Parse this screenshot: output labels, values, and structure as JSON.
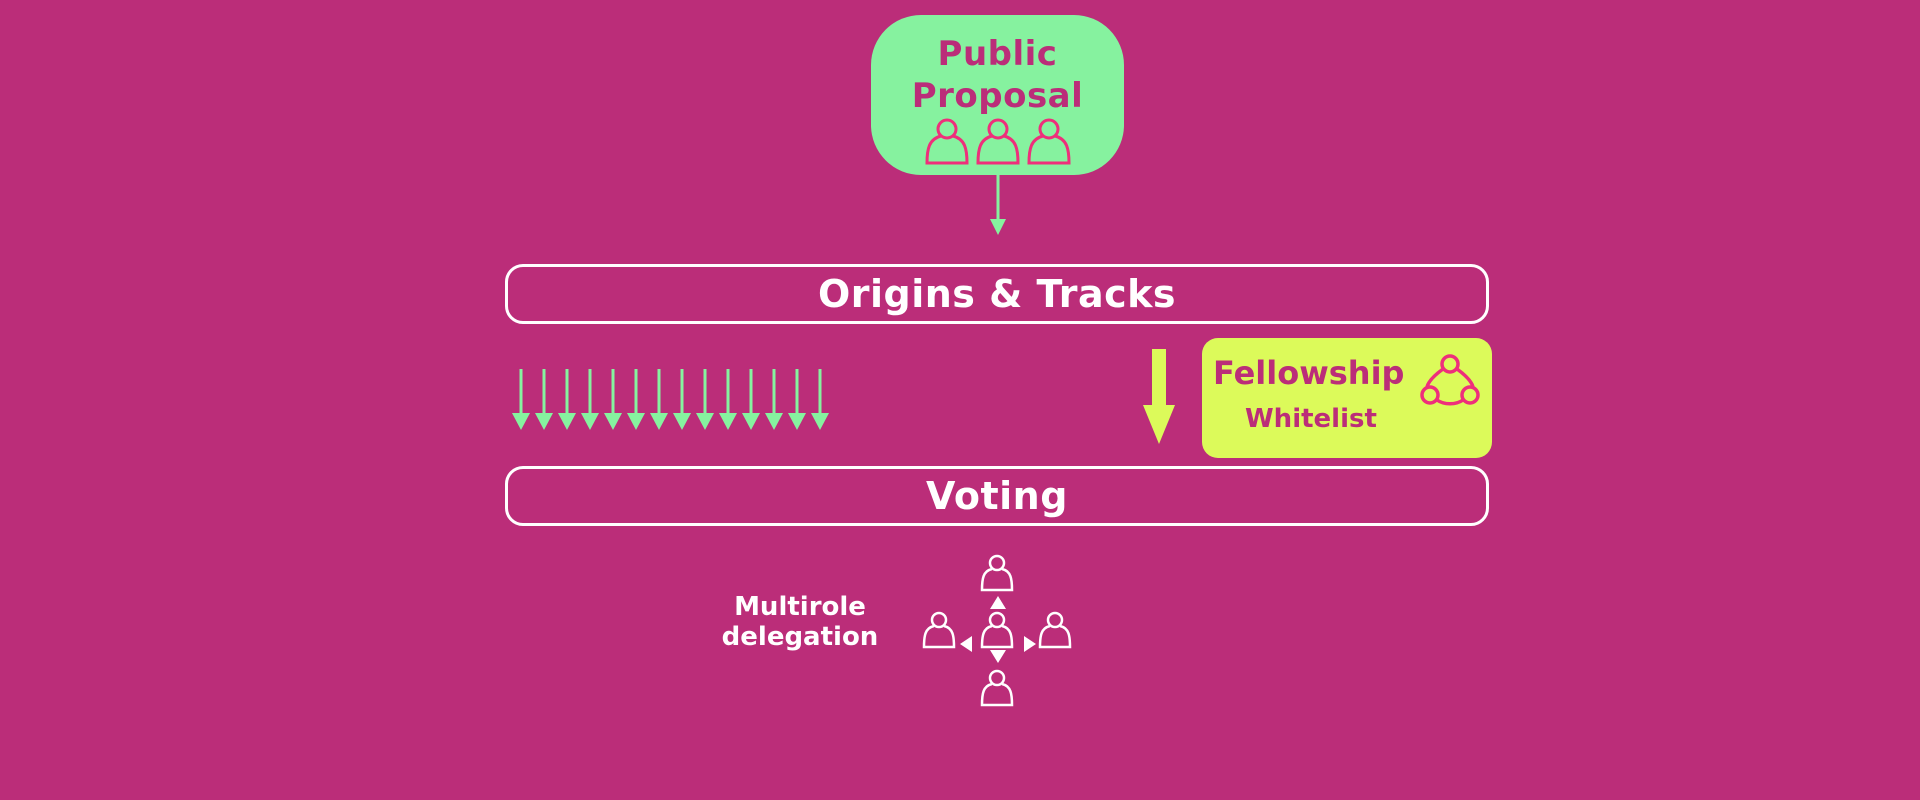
{
  "colors": {
    "background": "#bb2d79",
    "proposal_fill": "#86f29f",
    "fellowship_fill": "#dcfa5a",
    "icon_stroke_pink": "#ee2f7b",
    "arrow_green": "#86f29f",
    "arrow_yellow": "#dcfa5a",
    "outline_white": "#ffffff"
  },
  "public_proposal": {
    "title_line1": "Public",
    "title_line2": "Proposal",
    "icon": "person-icon",
    "people_count": 3
  },
  "origins_tracks": {
    "label": "Origins & Tracks"
  },
  "track_arrows": {
    "count": 14,
    "icon": "arrow-down-icon"
  },
  "fellowship": {
    "title": "Fellowship",
    "subtitle": "Whitelist",
    "icon": "network-icon"
  },
  "voting": {
    "label": "Voting"
  },
  "delegation": {
    "label_line1": "Multirole",
    "label_line2": "delegation",
    "icon": "person-icon",
    "directions": [
      "up",
      "down",
      "left",
      "right"
    ]
  }
}
